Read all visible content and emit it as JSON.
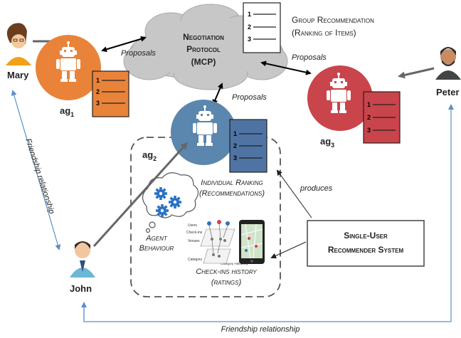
{
  "agents": {
    "mary_name": "Mary",
    "peter_name": "Peter",
    "john_name": "John",
    "ag1_base": "ag",
    "ag1_sub": "1",
    "ag2_base": "ag",
    "ag2_sub": "2",
    "ag3_base": "ag",
    "ag3_sub": "3"
  },
  "mcp": {
    "line1": "Negotiation",
    "line2": "Protocol",
    "line3": "(MCP)"
  },
  "group_rec": {
    "line1": "Group Recommendation",
    "line2": "(Ranking of Items)"
  },
  "labels": {
    "proposals_left": "Proposals",
    "proposals_right": "Proposals",
    "proposals_center": "Proposals",
    "individual_line1": "Individual Ranking",
    "individual_line2": "(Recommendations)",
    "produces": "produces",
    "agent_line1": "Agent",
    "agent_line2": "Behaviour",
    "checkins_line1": "Check-ins history",
    "checkins_line2": "(ratings)",
    "recsys_line1": "Single-User",
    "recsys_line2": "Recommender System",
    "friend_left": "Friendship relationship",
    "friend_bottom": "Friendship relationship"
  },
  "list_numbers": [
    "1",
    "2",
    "3"
  ],
  "graph_labels": {
    "users": "Users",
    "checkins": "Check-ins",
    "venues": "Venues",
    "category": "Category",
    "category_hierarchy": "Category Hierarchy"
  },
  "colors": {
    "ag1": "#e9833a",
    "ag2": "#5b86ad",
    "ag3": "#c9444b",
    "doc_orange": "#e9833a",
    "doc_blue": "#4f73a3",
    "doc_red": "#c9444b",
    "cloud": "#c7c7c7",
    "link_blue": "#5a8fc8",
    "arrow_gray": "#666666"
  }
}
